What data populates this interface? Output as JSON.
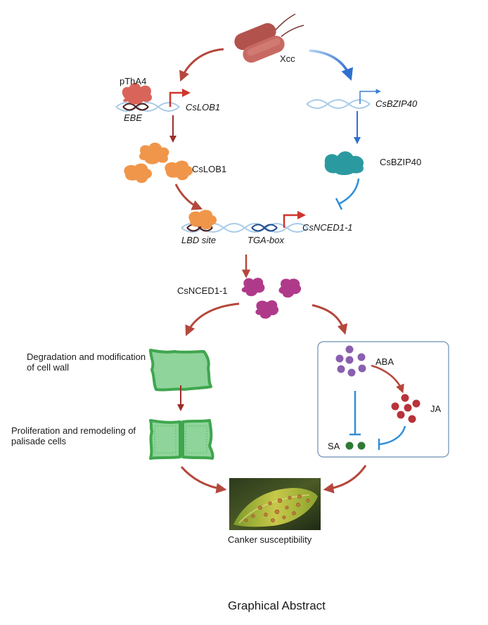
{
  "labels": {
    "xcc": "Xcc",
    "pthA4": "pThA4",
    "ebe": "EBE",
    "cslob1_gene": "CsLOB1",
    "csbzip40_gene": "CsBZIP40",
    "cslob1_protein": "CsLOB1",
    "csbzip40_protein": "CsBZIP40",
    "csnced1_gene": "CsNCED1-1",
    "lbd_site": "LBD site",
    "tga_box": "TGA-box",
    "csnced1_protein": "CsNCED1-1",
    "degradation": "Degradation and modification of cell wall",
    "proliferation": "Proliferation and remodeling of palisade cells",
    "aba": "ABA",
    "ja": "JA",
    "sa": "SA",
    "canker": "Canker susceptibility",
    "caption": "Graphical Abstract"
  },
  "colors": {
    "red_arrow": "#b5473c",
    "blue_arrow": "#3a7fd0",
    "inhibit_blue": "#2f8fd8",
    "dna_light": "#a9cbe8",
    "dna_dark": "#1f4a8c",
    "pthA4": "#d9645a",
    "cslob1": "#f0964a",
    "csbzip40": "#2b9aa0",
    "csnced1": "#b03a8a",
    "cell": "#8fd49a",
    "cell_border": "#3fa64f",
    "aba_dots": "#8a5fb0",
    "ja_dots": "#b8323a",
    "sa_dots": "#2e7a34"
  }
}
